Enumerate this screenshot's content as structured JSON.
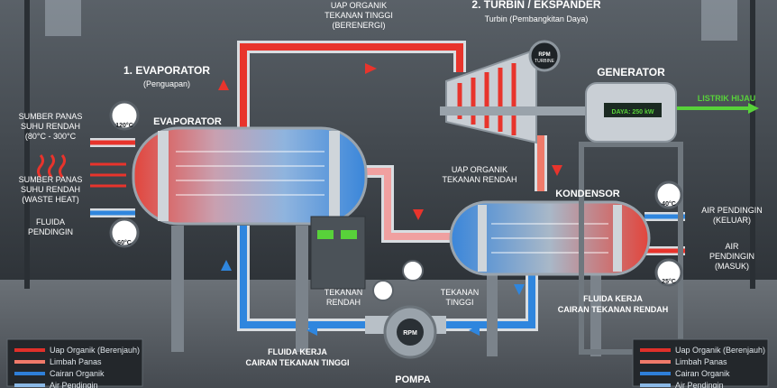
{
  "title": {
    "evaporator_heading": "1. EVAPORATOR",
    "evaporator_sub": "(Penguapan)",
    "turbine_heading": "2. TURBIN / EKSPANDER",
    "turbine_sub": "Turbin (Pembangkitan Daya)"
  },
  "labels": {
    "uap_tinggi": [
      "UAP ORGANIK",
      "TEKANAN TINGGI",
      "(BERENERGI)"
    ],
    "evaporator": "EVAPORATOR",
    "sumber_panas_1": [
      "SUMBER PANAS",
      "SUHU RENDAH",
      "(80°C - 300°C"
    ],
    "sumber_panas_2": [
      "SUMBER PANAS",
      "SUHU RENDAH",
      "(WASTE HEAT)"
    ],
    "fluida_pendingin": [
      "FLUIDA",
      "PENDINGIN"
    ],
    "generator": "GENERATOR",
    "daya": "DAYA: 250 kW",
    "listrik": "LISTRIK HIJAU",
    "uap_rendah": [
      "UAP ORGANIK",
      "TEKANAN RENDAH"
    ],
    "kondensor": "KONDENSOR",
    "air_keluar": [
      "AIR PENDINGIN",
      "(KELUAR)"
    ],
    "air_masuk": [
      "AIR",
      "PENDINGIN",
      "(MASUK)"
    ],
    "tekanan_rendah": [
      "TEKANAN",
      "RENDAH"
    ],
    "tekanan_tinggi": [
      "TEKANAN",
      "TINGGI"
    ],
    "fluida_rendah": [
      "FLUIDA KERJA",
      "CAIRAN TEKANAN RENDAH"
    ],
    "fluida_tinggi": [
      "FLUIDA KERJA",
      "CAIRAN TEKANAN TINGGI"
    ],
    "pompa": "POMPA",
    "rpm": "RPM",
    "rpm_turbine": "RPM",
    "rpm_turbine_sub": "TURBINE"
  },
  "gauges": {
    "evap_top": "120°C",
    "evap_bottom": "60°C",
    "cond_top": "40°C",
    "cond_bottom": "25°C"
  },
  "legend": [
    {
      "text": "Uap Organik (Berenjauh)",
      "color": "#e0302a"
    },
    {
      "text": "Limbah Panas",
      "color": "#f07a6a"
    },
    {
      "text": "Cairan Organik",
      "color": "#2e7fd9"
    },
    {
      "text": "Air Pendingin",
      "color": "#8ab8e6"
    }
  ],
  "colors": {
    "hot": "#e8342c",
    "cold": "#2f86de",
    "steel": "#b9c2ca",
    "green": "#58d23a"
  }
}
